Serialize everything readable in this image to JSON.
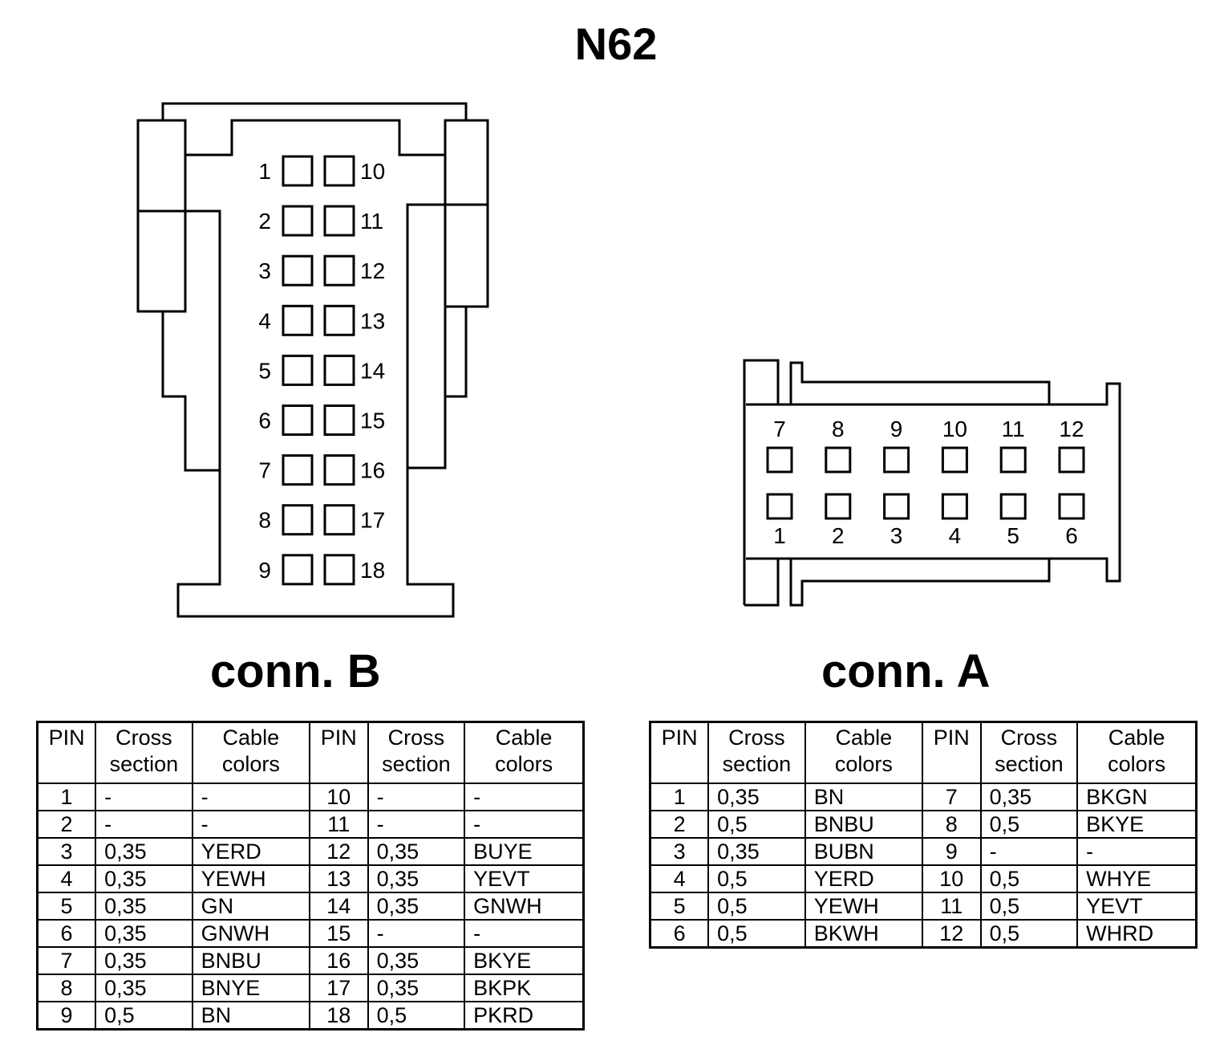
{
  "title": "N62",
  "connB": {
    "title": "conn. B",
    "pins_left": [
      "1",
      "2",
      "3",
      "4",
      "5",
      "6",
      "7",
      "8",
      "9"
    ],
    "pins_right": [
      "10",
      "11",
      "12",
      "13",
      "14",
      "15",
      "16",
      "17",
      "18"
    ],
    "table": {
      "headers": [
        {
          "l1": "PIN",
          "l2": ""
        },
        {
          "l1": "Cross",
          "l2": "section"
        },
        {
          "l1": "Cable",
          "l2": "colors"
        },
        {
          "l1": "PIN",
          "l2": ""
        },
        {
          "l1": "Cross",
          "l2": "section"
        },
        {
          "l1": "Cable",
          "l2": "colors"
        }
      ],
      "rows": [
        [
          "1",
          "-",
          "-",
          "10",
          "-",
          "-"
        ],
        [
          "2",
          "-",
          "-",
          "11",
          "-",
          "-"
        ],
        [
          "3",
          "0,35",
          "YERD",
          "12",
          "0,35",
          "BUYE"
        ],
        [
          "4",
          "0,35",
          "YEWH",
          "13",
          "0,35",
          "YEVT"
        ],
        [
          "5",
          "0,35",
          "GN",
          "14",
          "0,35",
          "GNWH"
        ],
        [
          "6",
          "0,35",
          "GNWH",
          "15",
          "-",
          "-"
        ],
        [
          "7",
          "0,35",
          "BNBU",
          "16",
          "0,35",
          "BKYE"
        ],
        [
          "8",
          "0,35",
          "BNYE",
          "17",
          "0,35",
          "BKPK"
        ],
        [
          "9",
          "0,5",
          "BN",
          "18",
          "0,5",
          "PKRD"
        ]
      ]
    }
  },
  "connA": {
    "title": "conn. A",
    "pins_top": [
      "7",
      "8",
      "9",
      "10",
      "11",
      "12"
    ],
    "pins_bottom": [
      "1",
      "2",
      "3",
      "4",
      "5",
      "6"
    ],
    "table": {
      "headers": [
        {
          "l1": "PIN",
          "l2": ""
        },
        {
          "l1": "Cross",
          "l2": "section"
        },
        {
          "l1": "Cable",
          "l2": "colors"
        },
        {
          "l1": "PIN",
          "l2": ""
        },
        {
          "l1": "Cross",
          "l2": "section"
        },
        {
          "l1": "Cable",
          "l2": "colors"
        }
      ],
      "rows": [
        [
          "1",
          "0,35",
          "BN",
          "7",
          "0,35",
          "BKGN"
        ],
        [
          "2",
          "0,5",
          "BNBU",
          "8",
          "0,5",
          "BKYE"
        ],
        [
          "3",
          "0,35",
          "BUBN",
          "9",
          "-",
          "-"
        ],
        [
          "4",
          "0,5",
          "YERD",
          "10",
          "0,5",
          "WHYE"
        ],
        [
          "5",
          "0,5",
          "YEWH",
          "11",
          "0,5",
          "YEVT"
        ],
        [
          "6",
          "0,5",
          "BKWH",
          "12",
          "0,5",
          "WHRD"
        ]
      ]
    }
  }
}
